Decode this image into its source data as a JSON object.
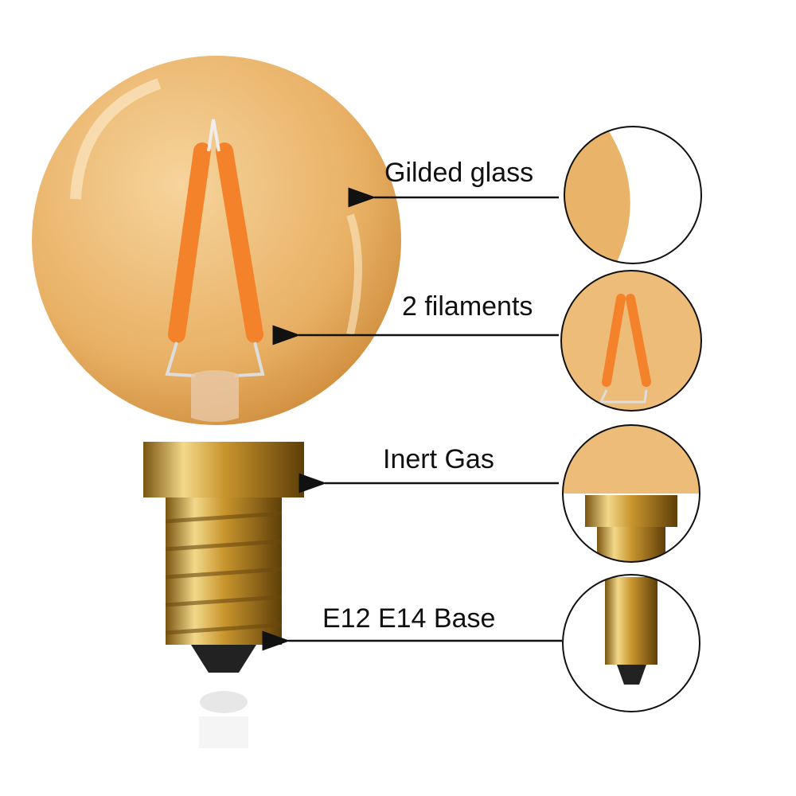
{
  "labels": {
    "glass": "Gilded glass",
    "filaments": "2 filaments",
    "gas": "Inert Gas",
    "base": "E12 E14 Base"
  },
  "colors": {
    "glass": "#e9b46a",
    "filament": "#f4822a",
    "brass": "#c9962e",
    "arrow": "#111111"
  }
}
